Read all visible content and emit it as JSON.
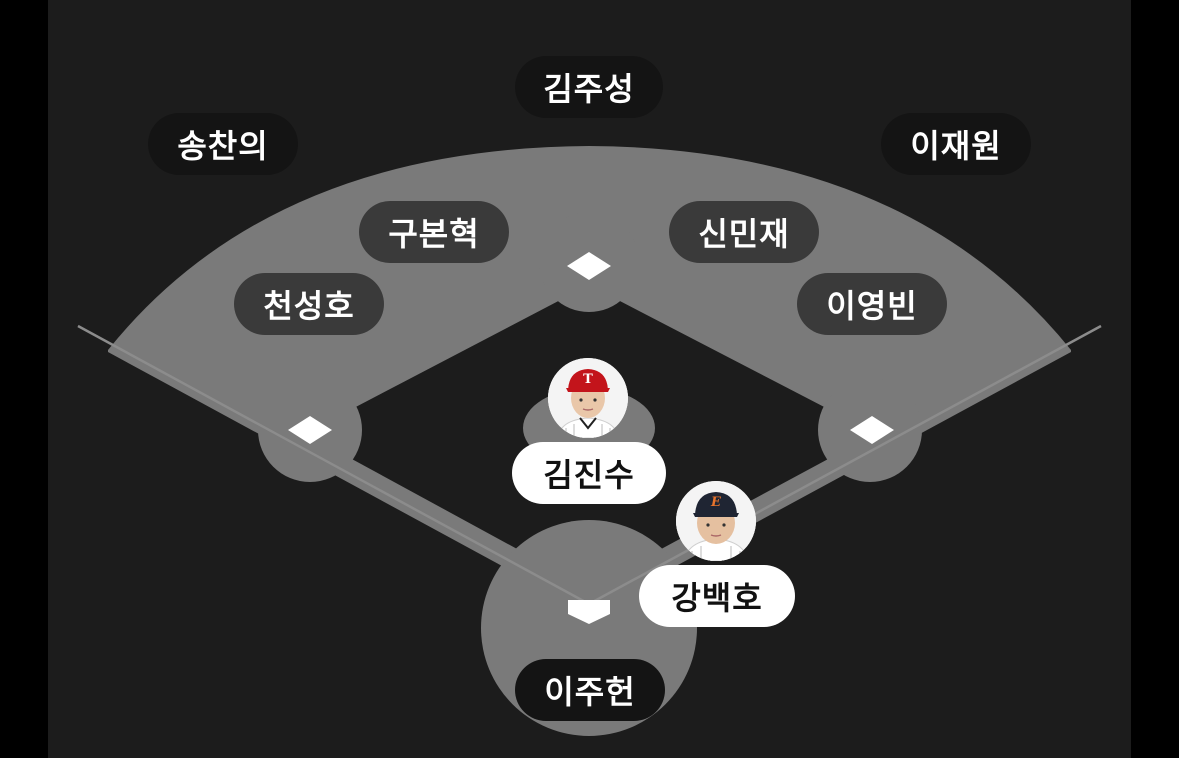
{
  "colors": {
    "background": "#1c1c1c",
    "field_gray": "#7a7a7a",
    "base_white": "#ffffff",
    "chip_dark": "#141414",
    "chip_mid": "#3a3a3a",
    "chip_light": "#ffffff"
  },
  "players": {
    "center_field": {
      "name": "김주성"
    },
    "left_field": {
      "name": "송찬의"
    },
    "right_field": {
      "name": "이재원"
    },
    "shortstop": {
      "name": "구본혁"
    },
    "second_base": {
      "name": "신민재"
    },
    "third_base": {
      "name": "천성호"
    },
    "first_base": {
      "name": "이영빈"
    },
    "pitcher": {
      "name": "김진수",
      "cap_logo": "T",
      "cap_color": "#c3141b"
    },
    "batter": {
      "name": "강백호",
      "cap_logo": "E",
      "cap_color": "#1f2533"
    },
    "catcher": {
      "name": "이주헌"
    }
  }
}
